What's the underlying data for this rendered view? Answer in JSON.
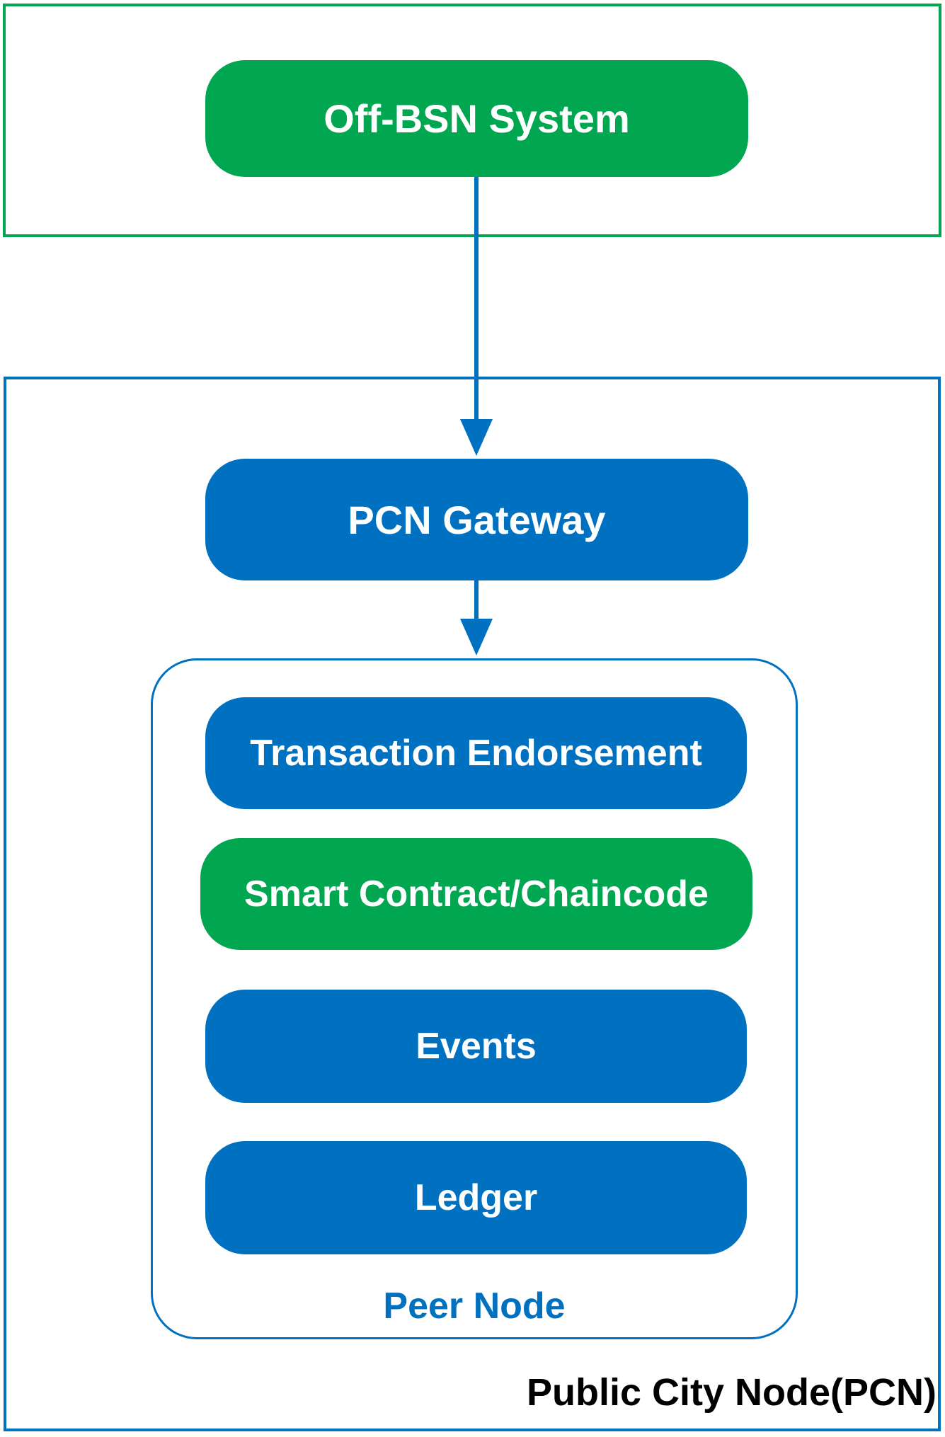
{
  "diagram": {
    "nodes": {
      "off_bsn_system": "Off-BSN System",
      "pcn_gateway": "PCN Gateway",
      "transaction_endorsement": "Transaction Endorsement",
      "smart_contract": "Smart Contract/Chaincode",
      "events": "Events",
      "ledger": "Ledger"
    },
    "labels": {
      "peer_node": "Peer Node",
      "public_city_node": "Public City Node(PCN)"
    },
    "colors": {
      "green": "#00A650",
      "blue": "#0070C0",
      "node_text": "#FFFFFF",
      "bottom_label_text": "#000000",
      "background": "#FFFFFF"
    }
  }
}
